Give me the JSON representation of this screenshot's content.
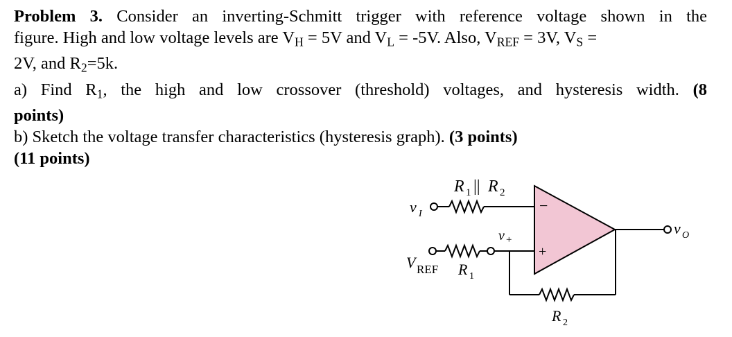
{
  "problem": {
    "title": "Problem 3.",
    "intro_1": "Consider an inverting-Schmitt trigger with reference voltage shown in the",
    "intro_2a": "figure. High and low voltage levels are V",
    "sub_H": "H",
    "intro_2b": "= 5V and V",
    "sub_L": "L",
    "intro_2c": "= -5V. Also, V",
    "sub_REF": "REF",
    "intro_2d": "= 3V, V",
    "sub_S": "S",
    "intro_2e": "=",
    "intro_3a": "2V, and R",
    "sub_2": "2",
    "intro_3b": "=5k.",
    "part_a_text": "a) Find R",
    "sub_1": "1",
    "part_a_rest": ", the high and low crossover (threshold) voltages, and hysteresis width.",
    "part_a_points_1": "(8",
    "part_a_points_2": "points)",
    "part_b_text": "b) Sketch the voltage transfer characteristics (hysteresis graph).",
    "part_b_points": "(3 points)",
    "total_points": "(11 points)"
  },
  "circuit": {
    "label_parallel": "R",
    "label_parallel_sub1": "1",
    "label_parallel_bars": "||",
    "label_parallel_r2": "R",
    "label_parallel_sub2": "2",
    "label_vi": "v",
    "label_vi_sub": "I",
    "label_vplus": "v",
    "label_vplus_sub": "+",
    "label_vref": "V",
    "label_vref_sub": "REF",
    "label_r1": "R",
    "label_r1_sub": "1",
    "label_r2": "R",
    "label_r2_sub": "2",
    "label_vo": "v",
    "label_vo_sub": "O",
    "minus_sign": "−",
    "plus_sign": "+",
    "opamp_fill": "#f2c6d4",
    "wire_color": "#000000"
  }
}
